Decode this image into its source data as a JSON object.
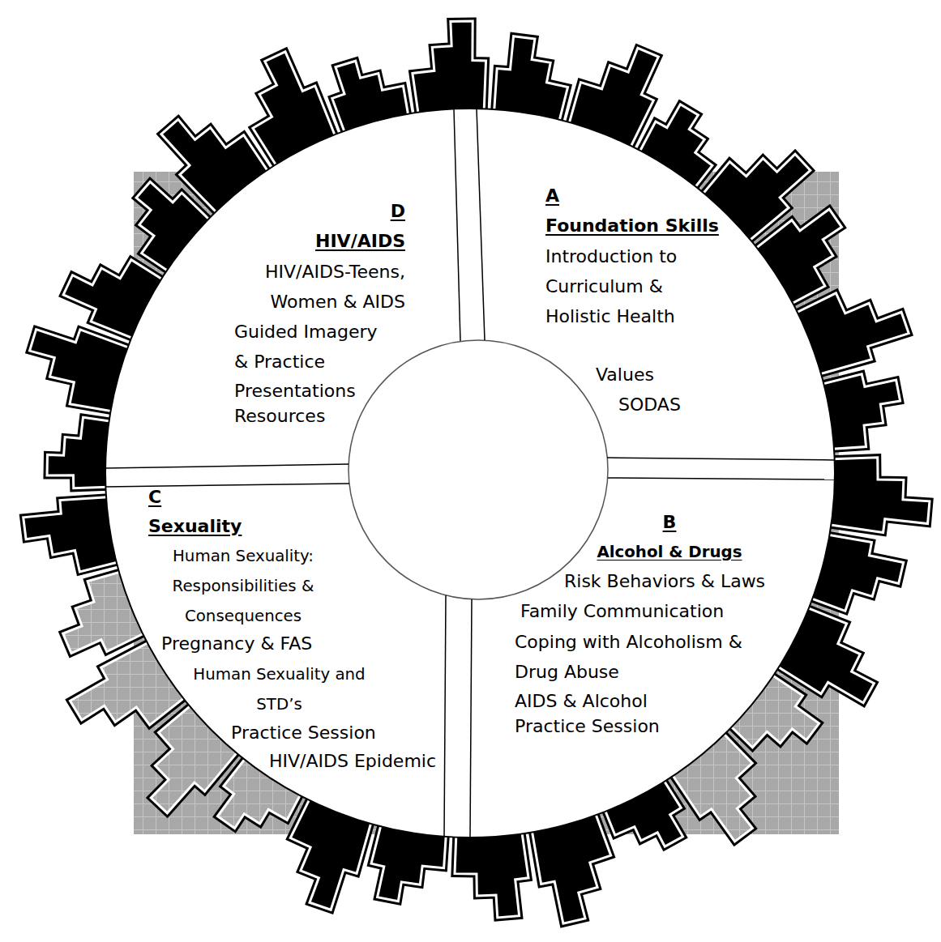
{
  "diagram": {
    "nodes": [
      {
        "text": [
          "A",
          "Foundation Skills",
          "Introduction to Curriculum & Holistic Health",
          "Values",
          "SODAS"
        ]
      },
      {
        "text": [
          "B",
          "Alcohol & Drugs",
          "Risk Behaviors & Laws",
          "Family Communication",
          "Coping with Alcoholism & Drug Abuse",
          "AIDS & Alcohol",
          "Practice Session"
        ]
      },
      {
        "text": [
          "C",
          "Sexuality",
          "Human Sexuality: Responsibilities & Consequences",
          "Pregnancy & FAS",
          "Human Sexuality and STD’s",
          "Practice Session",
          "HIV/AIDS Epidemic"
        ]
      },
      {
        "text": [
          "D",
          "HIV/AIDS",
          "HIV/AIDS-Teens, Women & AIDS",
          "Guided Imagery & Practice",
          "Presentations",
          "Resources"
        ]
      }
    ]
  }
}
